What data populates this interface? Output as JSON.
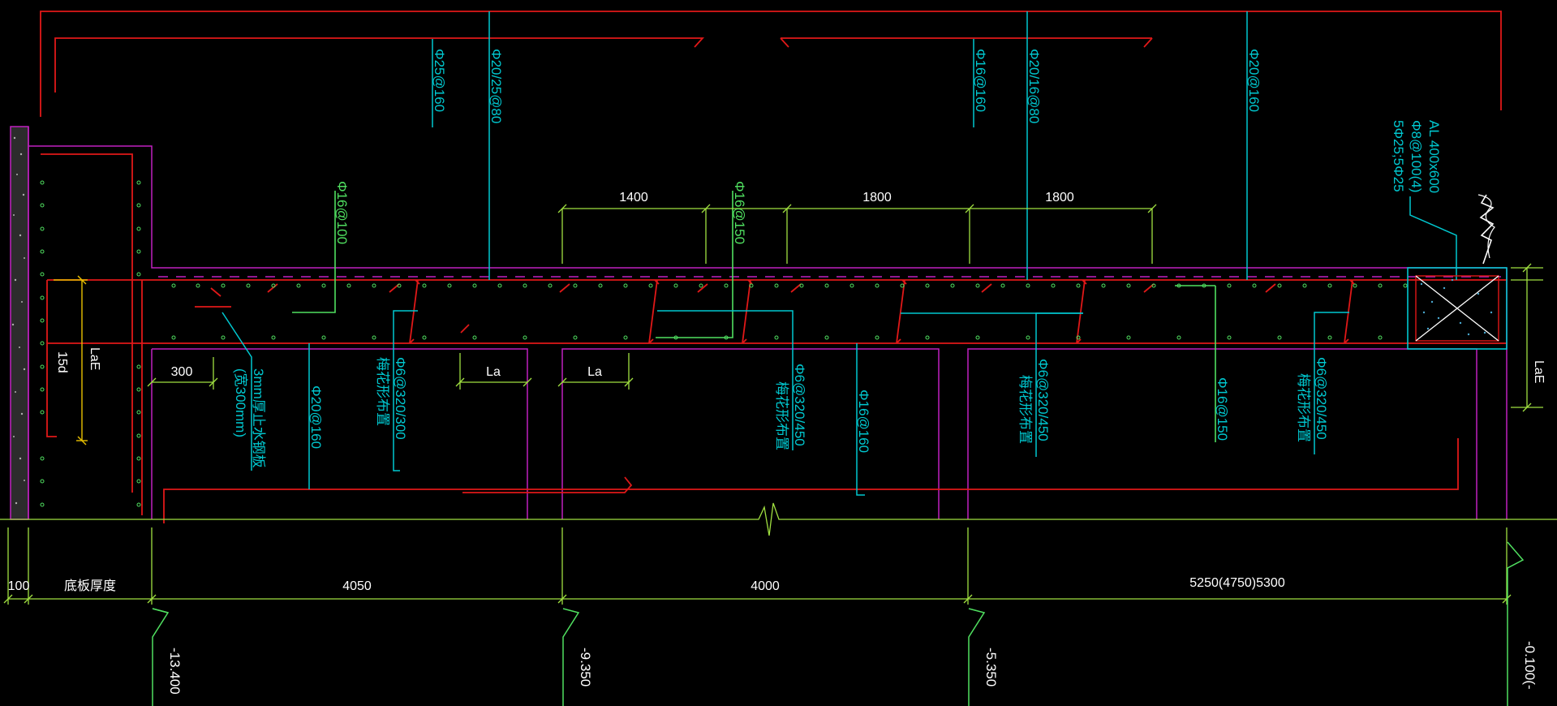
{
  "drawing": {
    "rebar_labels": [
      "Φ25@160",
      "Φ20/25@80",
      "Φ16@160",
      "Φ20/16@80",
      "Φ20@160",
      "Φ16@100",
      "Φ16@150",
      "Φ20@160",
      "Φ6@320/300",
      "梅花形布置",
      "Φ6@320/450",
      "梅花形布置",
      "Φ16@160",
      "Φ6@320/450",
      "梅花形布置",
      "Φ16@150",
      "Φ6@320/450",
      "梅花形布置",
      "3mm厚止水钢板",
      "(宽300mm)"
    ],
    "beam_label": [
      "AL 400x600",
      "Φ8@100(4)",
      "5Φ25;5Φ25"
    ],
    "dimensions": {
      "top": [
        "1400",
        "1800",
        "1800"
      ],
      "inner": [
        "300",
        "La",
        "La"
      ],
      "vertical": [
        "LaE",
        "15d",
        "LaE"
      ],
      "bottom": [
        "100",
        "底板厚度",
        "4050",
        "4000",
        "5250(4750)5300"
      ]
    },
    "elevations": [
      "-13.400",
      "-9.350",
      "-5.350",
      "-0.100(-"
    ]
  },
  "colors": {
    "background": "#000000",
    "rebar": "#e01818",
    "wall": "#c020c0",
    "leader": "#00c8d0",
    "dimension": "#a0e040",
    "text_green": "#50e060",
    "yellow": "#e8c000",
    "white": "#ffffff"
  }
}
